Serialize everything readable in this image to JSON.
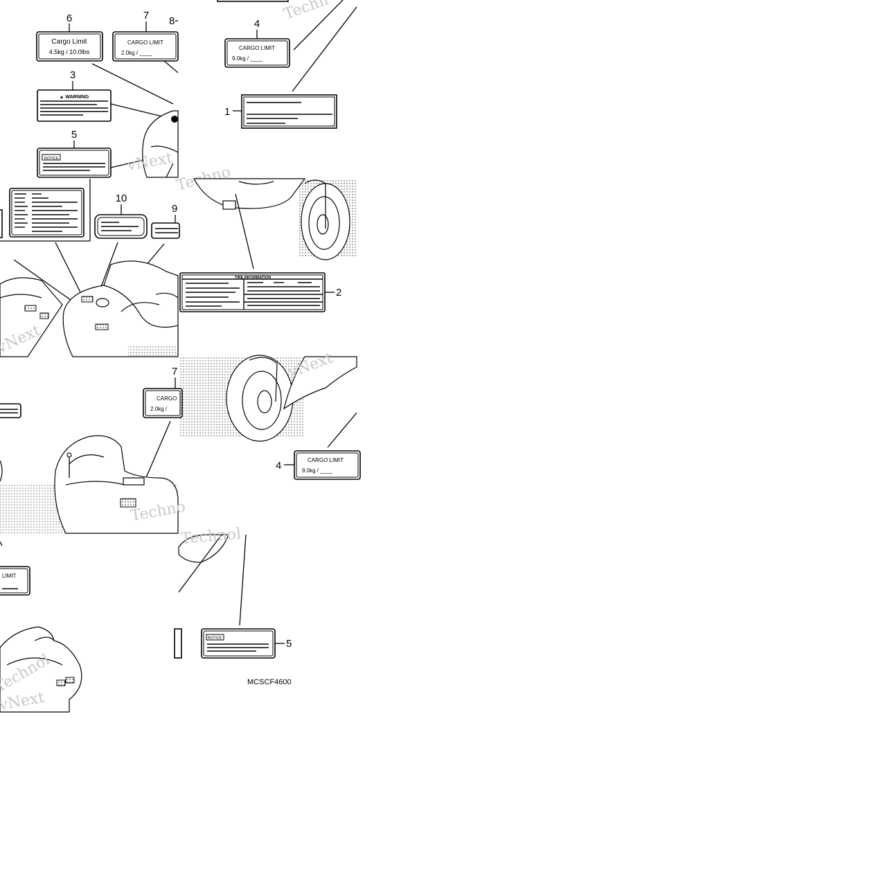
{
  "callouts": {
    "n1": "1",
    "n2": "2",
    "n3": "3",
    "n4": "4",
    "n4b": "4",
    "n5": "5",
    "n5b": "5",
    "n6": "6",
    "n7": "7",
    "n7b": "7",
    "n8": "8",
    "n9": "9",
    "n10": "10"
  },
  "labels": {
    "cargo_limit_mixed": "Cargo Limit",
    "cargo_value_6": "4.5kg  /  10.0lbs",
    "cargo_limit_caps": "CARGO LIMIT",
    "cargo_value_7": "2.0kg     /  ____",
    "cargo_value_4": "9.0kg     /  ____",
    "cargo_partial": "CARGO",
    "cargo_value_partial": "2.0kg     /",
    "limit_partial": "LIMIT",
    "warning": "▲ WARNING",
    "notice": "NOTICE",
    "tire_information": "TIRE INFORMATION"
  },
  "part_code": "MCSCF4600",
  "watermarks": [
    "Techn",
    "vNext",
    "Techno",
    "vNext",
    "Techno",
    "vNext",
    "Technol",
    "vNext",
    "Technol"
  ]
}
